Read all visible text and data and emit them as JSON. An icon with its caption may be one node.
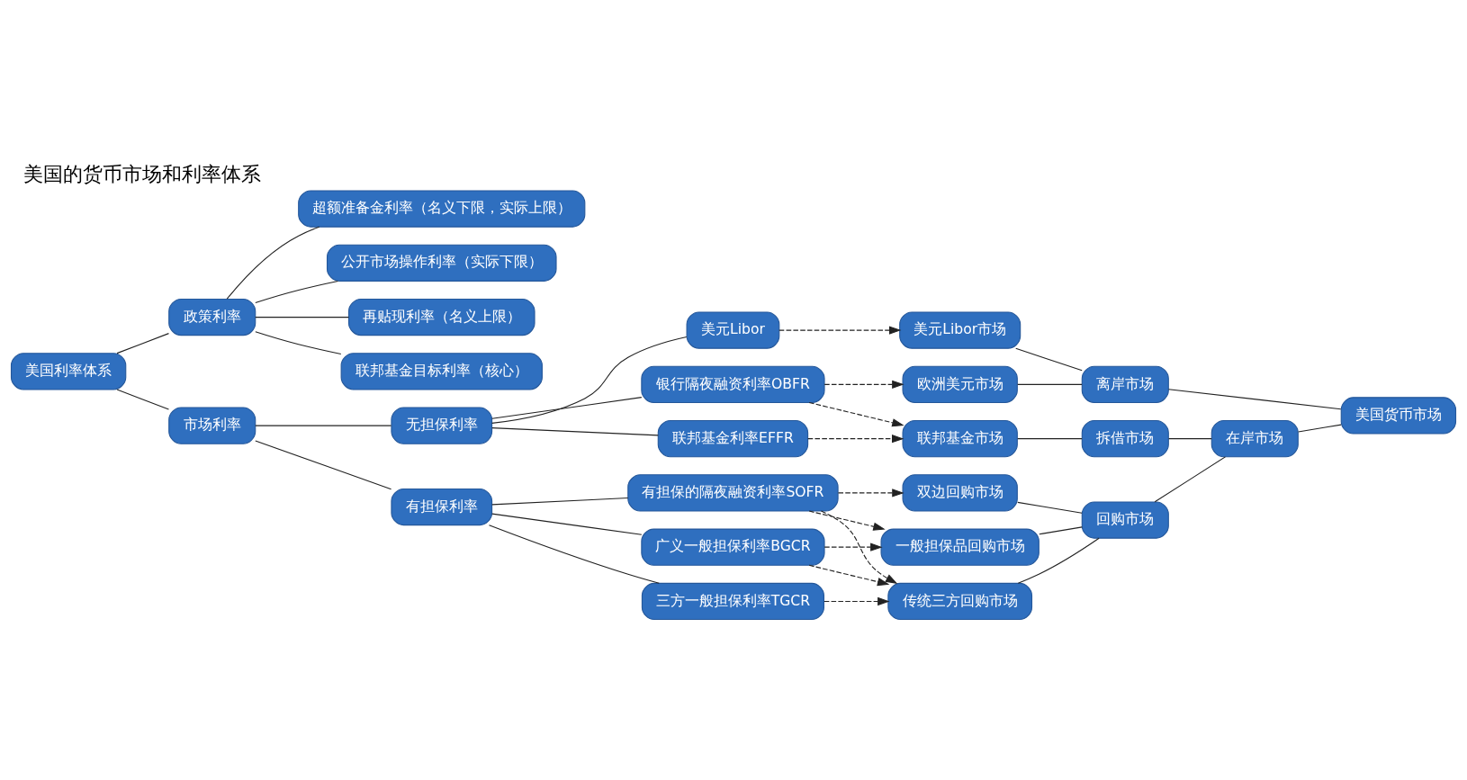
{
  "diagram": {
    "title": "美国的货币市场和利率体系",
    "nodes": [
      {
        "text": [
          "美国利率体系"
        ]
      },
      {
        "text": [
          "政策利率"
        ]
      },
      {
        "text": [
          "再贴现利率（名义上限）"
        ]
      },
      {
        "text": [
          "联邦基金目标利率（核心）"
        ]
      },
      {
        "text": [
          "超额准备金利率（名义下限，实际上限）"
        ]
      },
      {
        "text": [
          "公开市场操作利率（实际下限）"
        ]
      },
      {
        "text": [
          "市场利率"
        ]
      },
      {
        "text": [
          "无担保利率"
        ]
      },
      {
        "text": [
          "美元Libor"
        ]
      },
      {
        "text": [
          "银行隔夜融资利率OBFR"
        ]
      },
      {
        "text": [
          "联邦基金利率EFFR"
        ]
      },
      {
        "text": [
          "有担保利率"
        ]
      },
      {
        "text": [
          "三方一般担保利率TGCR"
        ]
      },
      {
        "text": [
          "广义一般担保利率BGCR"
        ]
      },
      {
        "text": [
          "有担保的隔夜融资利率SOFR"
        ]
      },
      {
        "text": [
          "美元Libor市场"
        ]
      },
      {
        "text": [
          "欧洲美元市场"
        ]
      },
      {
        "text": [
          "联邦基金市场"
        ]
      },
      {
        "text": [
          "传统三方回购市场"
        ]
      },
      {
        "text": [
          "一般担保品回购市场"
        ]
      },
      {
        "text": [
          "双边回购市场"
        ]
      },
      {
        "text": [
          "离岸市场"
        ]
      },
      {
        "text": [
          "拆借市场"
        ]
      },
      {
        "text": [
          "回购市场"
        ]
      },
      {
        "text": [
          "在岸市场"
        ]
      },
      {
        "text": [
          "美国货币市场"
        ]
      }
    ],
    "edges": [
      {
        "from": 0,
        "to": 1,
        "arrow": "none"
      },
      {
        "from": 0,
        "to": 6,
        "arrow": "none"
      },
      {
        "from": 1,
        "to": 2,
        "arrow": "none"
      },
      {
        "from": 1,
        "to": 3,
        "arrow": "none"
      },
      {
        "from": 1,
        "to": 4,
        "arrow": "none"
      },
      {
        "from": 1,
        "to": 5,
        "arrow": "none"
      },
      {
        "from": 6,
        "to": 7,
        "arrow": "none"
      },
      {
        "from": 6,
        "to": 11,
        "arrow": "none"
      },
      {
        "from": 7,
        "to": 8,
        "arrow": "none"
      },
      {
        "from": 7,
        "to": 9,
        "arrow": "none"
      },
      {
        "from": 7,
        "to": 10,
        "arrow": "none"
      },
      {
        "from": 11,
        "to": 12,
        "arrow": "none"
      },
      {
        "from": 11,
        "to": 13,
        "arrow": "none"
      },
      {
        "from": 11,
        "to": 14,
        "arrow": "none"
      },
      {
        "from": 8,
        "to": 15,
        "arrow": "to",
        "style": "dashed"
      },
      {
        "from": 9,
        "to": 16,
        "arrow": "to",
        "style": "dashed"
      },
      {
        "from": 9,
        "to": 17,
        "arrow": "to",
        "style": "dashed"
      },
      {
        "from": 10,
        "to": 17,
        "arrow": "to",
        "style": "dashed"
      },
      {
        "from": 12,
        "to": 18,
        "arrow": "to",
        "style": "dashed"
      },
      {
        "from": 13,
        "to": 18,
        "arrow": "to",
        "style": "dashed"
      },
      {
        "from": 13,
        "to": 19,
        "arrow": "to",
        "style": "dashed"
      },
      {
        "from": 14,
        "to": 18,
        "arrow": "to",
        "style": "dashed"
      },
      {
        "from": 14,
        "to": 19,
        "arrow": "to",
        "style": "dashed"
      },
      {
        "from": 14,
        "to": 20,
        "arrow": "to",
        "style": "dashed"
      },
      {
        "from": 15,
        "to": 21,
        "arrow": "none"
      },
      {
        "from": 16,
        "to": 21,
        "arrow": "none"
      },
      {
        "from": 17,
        "to": 22,
        "arrow": "none"
      },
      {
        "from": 18,
        "to": 23,
        "arrow": "none"
      },
      {
        "from": 19,
        "to": 23,
        "arrow": "none"
      },
      {
        "from": 20,
        "to": 23,
        "arrow": "none"
      },
      {
        "from": 21,
        "to": 25,
        "arrow": "none"
      },
      {
        "from": 22,
        "to": 24,
        "arrow": "none"
      },
      {
        "from": 23,
        "to": 24,
        "arrow": "none"
      },
      {
        "from": 24,
        "to": 25,
        "arrow": "none"
      }
    ]
  }
}
